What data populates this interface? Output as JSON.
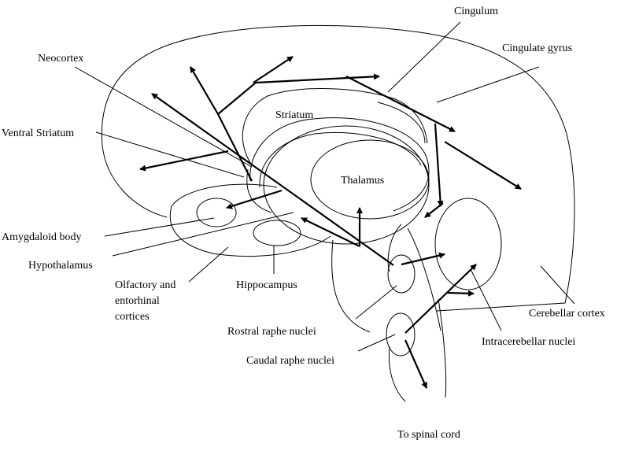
{
  "labels": {
    "cingulum": "Cingulum",
    "cingulate_gyrus": "Cingulate gyrus",
    "neocortex": "Neocortex",
    "striatum": "Striatum",
    "ventral_striatum": "Ventral Striatum",
    "thalamus": "Thalamus",
    "amygdaloid_body": "Amygdaloid body",
    "hypothalamus": "Hypothalamus",
    "olfactory_line1": "Olfactory and",
    "olfactory_line2": "entorhinal",
    "olfactory_line3": "cortices",
    "hippocampus": "Hippocampus",
    "rostral_raphe": "Rostral raphe nuclei",
    "caudal_raphe": "Caudal raphe nuclei",
    "cerebellar_cortex": "Cerebellar cortex",
    "intracerebellar": "Intracerebellar nuclei",
    "spinal_cord": "To spinal cord"
  },
  "colors": {
    "stroke": "#000000",
    "background": "#ffffff"
  }
}
